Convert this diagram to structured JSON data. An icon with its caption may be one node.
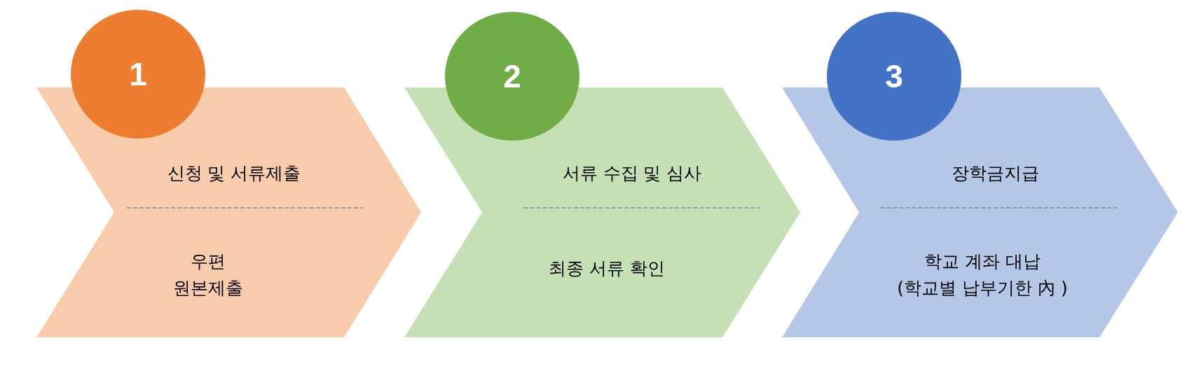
{
  "diagram": {
    "nodes": [
      {
        "text": [
          "1"
        ]
      },
      {
        "text": [
          "신청 및 서류제출",
          "우편 원본제출"
        ]
      },
      {
        "text": [
          "2"
        ]
      },
      {
        "text": [
          "서류 수집 및 심사",
          "최종 서류 확인"
        ]
      },
      {
        "text": [
          "3"
        ]
      },
      {
        "text": [
          "장학금지급",
          "학교 계좌 대납 (학교별 납부기한 內 )"
        ]
      }
    ]
  }
}
